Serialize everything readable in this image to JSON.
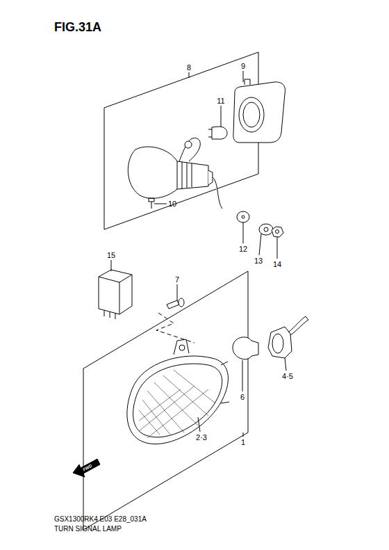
{
  "diagram": {
    "title": "FIG.31A",
    "caption": "TURN SIGNAL LAMP",
    "labels": [
      "8",
      "9",
      "11",
      "10",
      "12",
      "13",
      "14",
      "15",
      "7",
      "2·3",
      "4·5",
      "6",
      "1",
      "FWD",
      "GSX1300RK4 E03 E28_031A"
    ]
  }
}
